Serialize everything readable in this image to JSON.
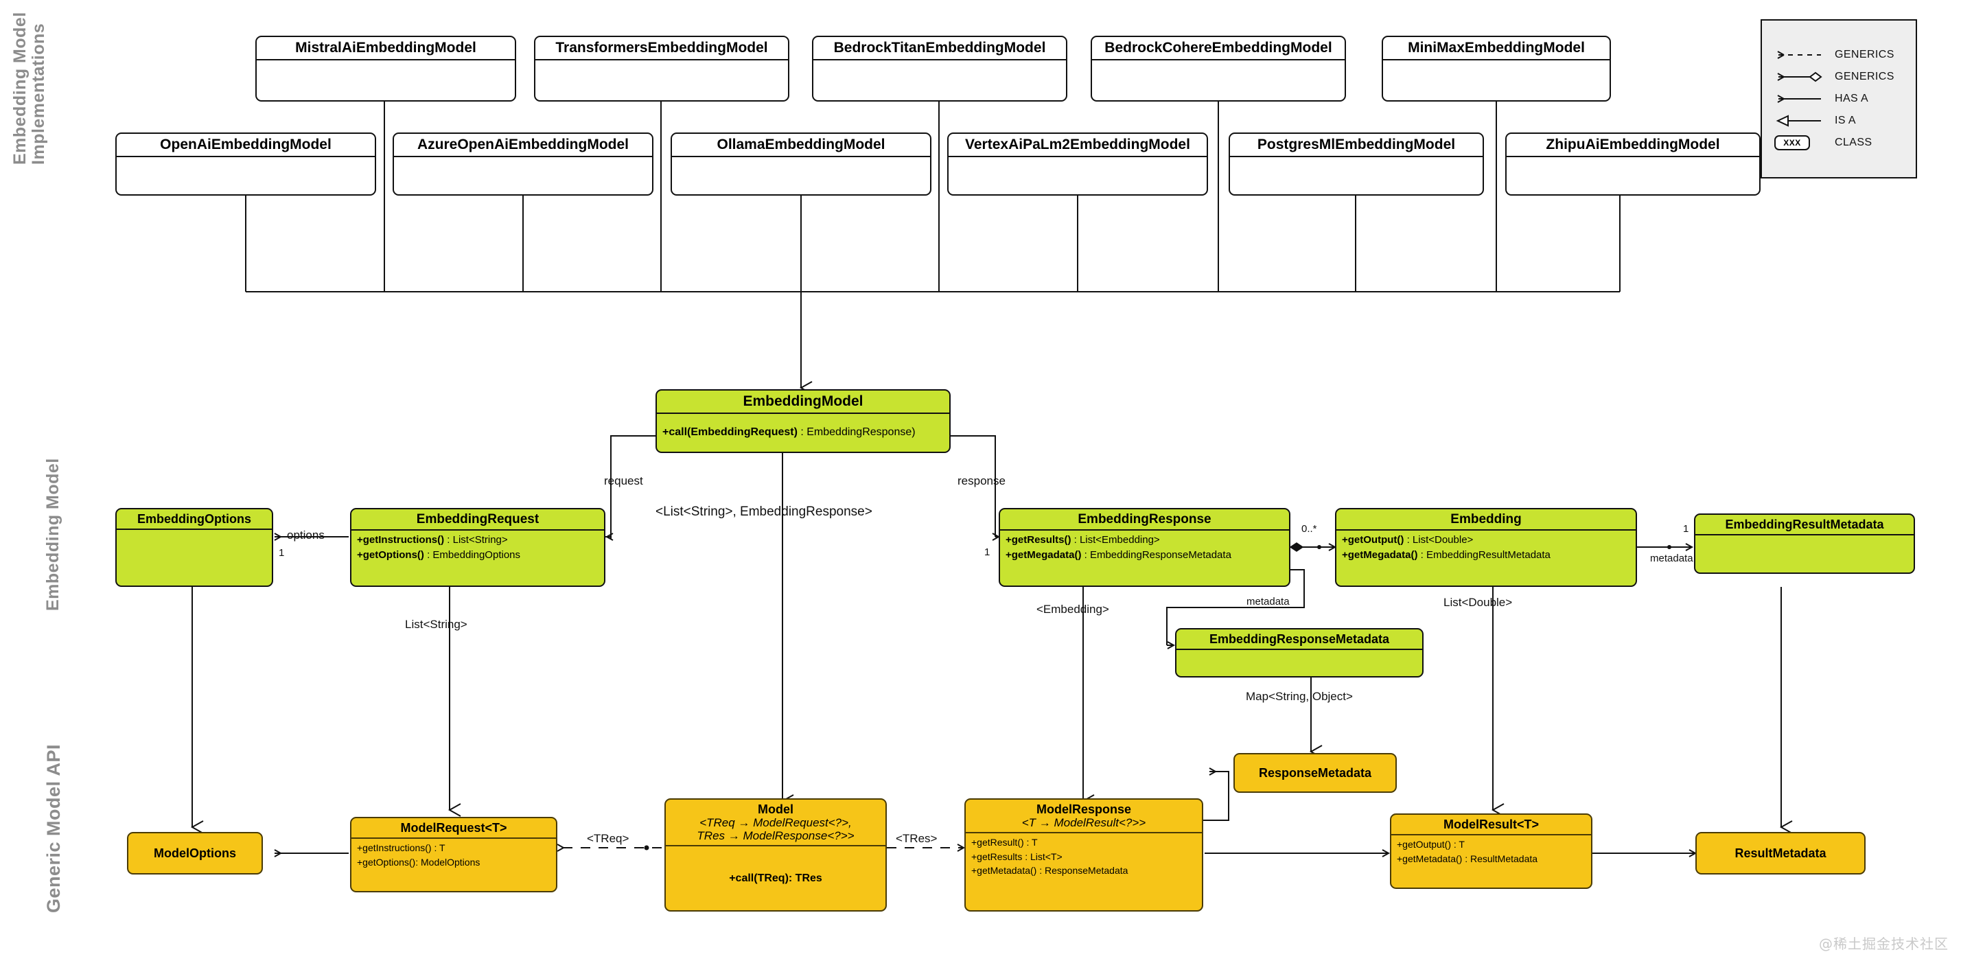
{
  "diagram": {
    "title": "Spring AI Embedding Model Class Diagram",
    "watermark": "@稀土掘金技术社区",
    "colors": {
      "green": "#c8e330",
      "orange": "#f6c518",
      "white": "#ffffff",
      "stroke": "#111111",
      "section_label": "#8c8c8c",
      "legend_bg": "#eeeeee"
    }
  },
  "sections": [
    {
      "id": "impl",
      "label": "Embedding Model\nImplementations"
    },
    {
      "id": "embedding-model",
      "label": "Embedding Model"
    },
    {
      "id": "generic-api",
      "label": "Generic Model API"
    }
  ],
  "legend": {
    "rows": [
      {
        "glyph": "dashed-open-arrow",
        "label": "GENERICS"
      },
      {
        "glyph": "diamond-arrow",
        "label": "GENERICS"
      },
      {
        "glyph": "solid-open-arrow",
        "label": "HAS A"
      },
      {
        "glyph": "hollow-triangle-arrow",
        "label": "IS A"
      },
      {
        "glyph": "class-box",
        "label": "CLASS",
        "box_text": "XXX"
      }
    ]
  },
  "classes": {
    "implementations_row1": [
      {
        "name": "MistralAiEmbeddingModel"
      },
      {
        "name": "TransformersEmbeddingModel"
      },
      {
        "name": "BedrockTitanEmbeddingModel"
      },
      {
        "name": "BedrockCohereEmbeddingModel"
      },
      {
        "name": "MiniMaxEmbeddingModel"
      }
    ],
    "implementations_row2": [
      {
        "name": "OpenAiEmbeddingModel"
      },
      {
        "name": "AzureOpenAiEmbeddingModel"
      },
      {
        "name": "OllamaEmbeddingModel"
      },
      {
        "name": "VertexAiPaLm2EmbeddingModel"
      },
      {
        "name": "PostgresMlEmbeddingModel"
      },
      {
        "name": "ZhipuAiEmbeddingModel"
      }
    ],
    "embedding_model": {
      "name": "EmbeddingModel",
      "methods": [
        {
          "sig": "+call(EmbeddingRequest)",
          "ret": " : EmbeddingResponse)"
        }
      ]
    },
    "embedding_options": {
      "name": "EmbeddingOptions",
      "methods": []
    },
    "embedding_request": {
      "name": "EmbeddingRequest",
      "methods": [
        {
          "sig": "+getInstructions()",
          "ret": " : List<String>"
        },
        {
          "sig": "+getOptions()",
          "ret": " : EmbeddingOptions"
        }
      ]
    },
    "embedding_response": {
      "name": "EmbeddingResponse",
      "methods": [
        {
          "sig": "+getResults()",
          "ret": " : List<Embedding>"
        },
        {
          "sig": "+getMegadata()",
          "ret": " : EmbeddingResponseMetadata"
        }
      ]
    },
    "embedding": {
      "name": "Embedding",
      "methods": [
        {
          "sig": "+getOutput()",
          "ret": " : List<Double>"
        },
        {
          "sig": "+getMegadata()",
          "ret": " : EmbeddingResultMetadata"
        }
      ]
    },
    "embedding_result_metadata": {
      "name": "EmbeddingResultMetadata",
      "methods": []
    },
    "embedding_response_metadata": {
      "name": "EmbeddingResponseMetadata",
      "methods": []
    },
    "response_metadata": {
      "name": "ResponseMetadata",
      "methods": []
    },
    "model_options": {
      "name": "ModelOptions",
      "methods": []
    },
    "model_request": {
      "name": "ModelRequest<T>",
      "methods": [
        {
          "sig": "+getInstructions() : T",
          "ret": ""
        },
        {
          "sig": "+getOptions(): ModelOptions",
          "ret": ""
        }
      ]
    },
    "model": {
      "name": "Model",
      "generic_lines": [
        "<TReq → ModelRequest<?>,",
        "TRes → ModelResponse<?>>"
      ],
      "methods": [
        {
          "sig": "+call(TReq): TRes",
          "ret": ""
        }
      ]
    },
    "model_response": {
      "name": "ModelResponse",
      "generic_lines": [
        "<T → ModelResult<?>>"
      ],
      "methods": [
        {
          "sig": "+getResult() : T",
          "ret": ""
        },
        {
          "sig": "+getResults : List<T>",
          "ret": ""
        },
        {
          "sig": "+getMetadata() : ResponseMetadata",
          "ret": ""
        }
      ]
    },
    "model_result": {
      "name": "ModelResult<T>",
      "methods": [
        {
          "sig": "+getOutput() : T",
          "ret": ""
        },
        {
          "sig": "+getMetadata() : ResultMetadata",
          "ret": ""
        }
      ]
    },
    "result_metadata": {
      "name": "ResultMetadata",
      "methods": []
    }
  },
  "edge_labels": {
    "request": "request",
    "response": "response",
    "options": "options",
    "options_mult": "1",
    "list_string_embeddingresponse": "<List<String>, EmbeddingResponse>",
    "list_string": "List<String>",
    "embedding_mult_left": "1",
    "embedding_mult_right": "0..*",
    "embedding_generic": "<Embedding>",
    "list_double": "List<Double>",
    "metadata_left": "metadata",
    "metadata_right": "metadata",
    "metadata_mult": "1",
    "map_string_object": "Map<String, Object>",
    "treq": "<TReq>",
    "tres": "<TRes>"
  }
}
